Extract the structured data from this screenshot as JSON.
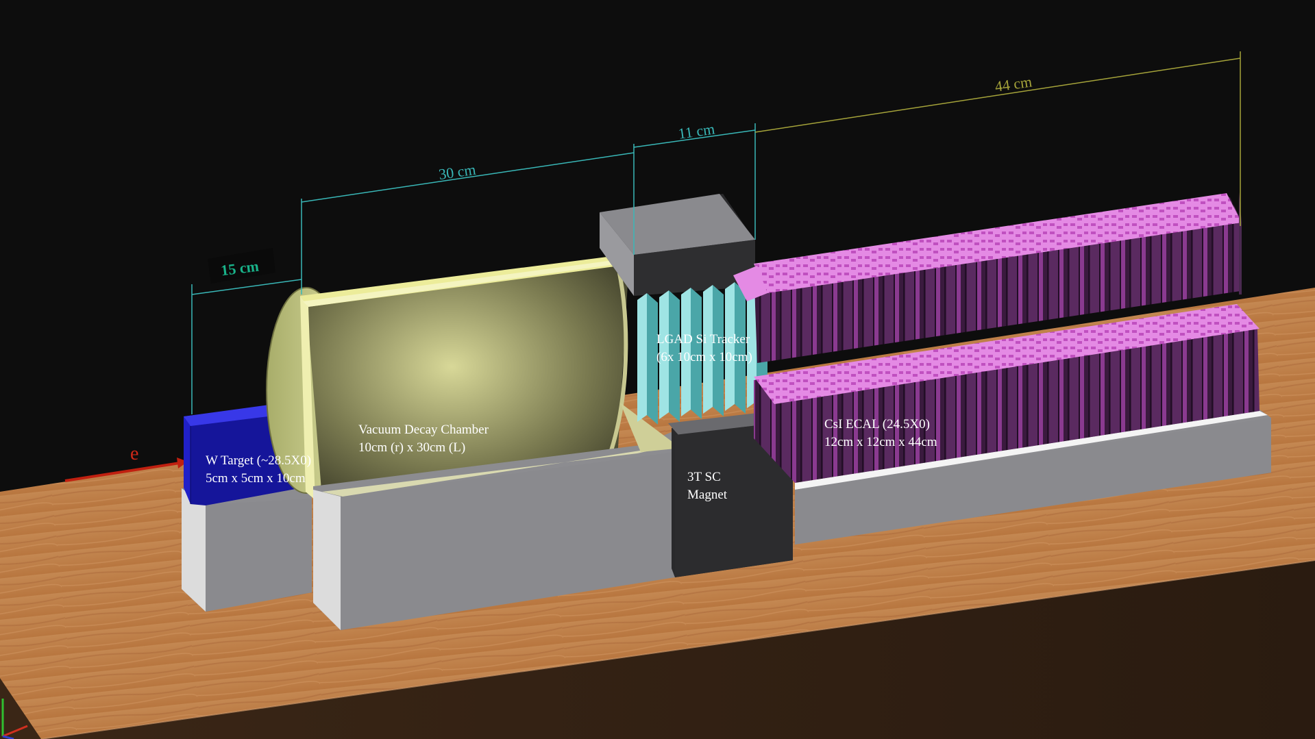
{
  "dimensions": {
    "d15": "15 cm",
    "d30": "30 cm",
    "d11": "11 cm",
    "d44": "44 cm"
  },
  "beam_label": "e",
  "components": {
    "target": {
      "line1": "W Target (~28.5X0)",
      "line2": "5cm x 5cm x 10cm"
    },
    "chamber": {
      "line1": "Vacuum Decay Chamber",
      "line2": "10cm (r) x 30cm (L)"
    },
    "tracker": {
      "line1": "LGAD Si Tracker",
      "line2": "(6x 10cm x 10cm)"
    },
    "magnet": {
      "line1": "3T SC",
      "line2": "Magnet"
    },
    "ecal": {
      "line1": "CsI ECAL (24.5X0)",
      "line2": "12cm x 12cm x 44cm"
    }
  },
  "colors": {
    "background": "#0d0d0d",
    "table_wood": "#c98a55",
    "dimension_cyan": "#39b8b8",
    "dimension_olive": "#a6a43a",
    "label_15cm": "#19b38a",
    "target_blue": "#1a1ab0",
    "chamber_yellow": "#e8e8a0",
    "stand_gray": "#8c8c90",
    "magnet_dark": "#2a2a2c",
    "tracker_cyan": "#74d0d0",
    "ecal_magenta": "#e070e0",
    "ecal_dark": "#3a1a3e",
    "beam_red": "#c02010"
  }
}
